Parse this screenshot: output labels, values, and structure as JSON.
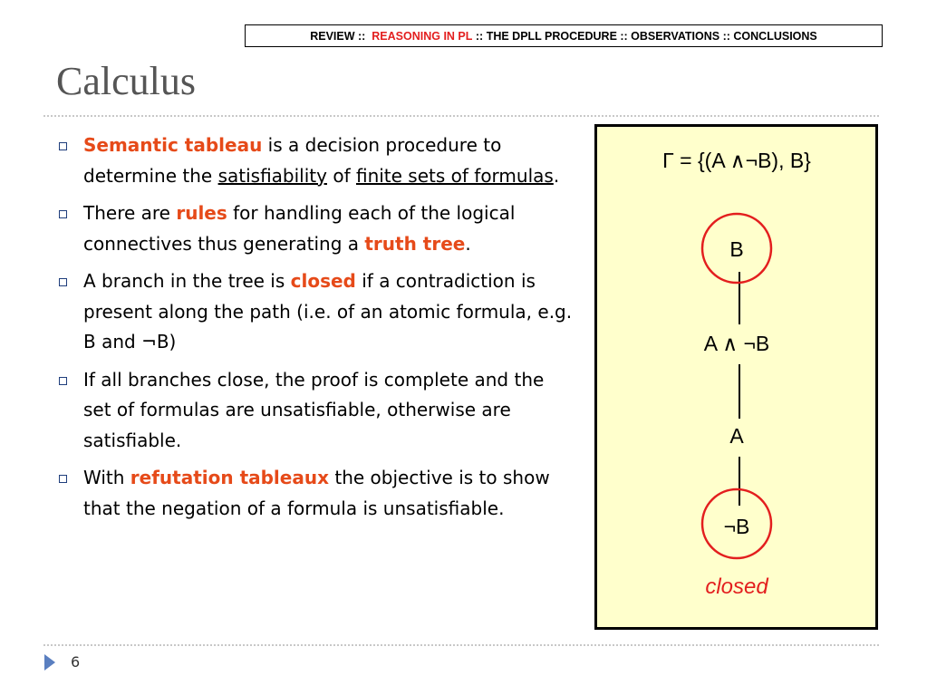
{
  "header": {
    "nav": {
      "review": "REVIEW ::",
      "active": "REASONING IN PL",
      "rest": ":: THE DPLL PROCEDURE :: OBSERVATIONS :: CONCLUSIONS"
    },
    "title": "Calculus"
  },
  "bullets": [
    {
      "em": "Semantic tableau",
      "t1": " is a decision procedure to determine the ",
      "u1": "satisfiability",
      "t2": " of ",
      "u2": "finite sets of formulas",
      "t3": "."
    },
    {
      "t1": "There are ",
      "em1": "rules",
      "t2": " for handling each of the logical connectives thus generating a ",
      "em2": "truth tree",
      "t3": "."
    },
    {
      "t1": "A branch in the tree is ",
      "em": "closed",
      "t2": " if a contradiction is present along the path (i.e. of an atomic formula, e.g. B and ",
      "neg": "¬",
      "t3": "B)"
    },
    {
      "text": "If all branches close, the proof is complete and the set of formulas are unsatisfiable, otherwise are satisfiable."
    },
    {
      "t1": "With ",
      "em": "refutation tableaux",
      "t2": " the objective is to show that the negation of a formula is unsatisfiable."
    }
  ],
  "tableau": {
    "gamma": "Γ = {(A ∧¬B), B}",
    "nodes": [
      "B",
      "A ∧ ¬B",
      "A",
      "¬B"
    ],
    "closed_label": "closed",
    "circle_color": "#e31e1e",
    "bg_color": "#ffffcc"
  },
  "footer": {
    "page_number": "6"
  }
}
